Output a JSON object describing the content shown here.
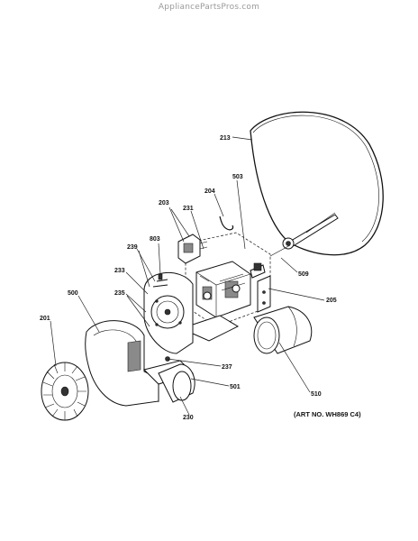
{
  "header": {
    "watermark": "AppliancePartsPros.com"
  },
  "footer": {
    "art_number": "(ART NO. WH869 C4)"
  },
  "callouts": [
    {
      "id": "213",
      "text": "213"
    },
    {
      "id": "503",
      "text": "503"
    },
    {
      "id": "204",
      "text": "204"
    },
    {
      "id": "203",
      "text": "203"
    },
    {
      "id": "231",
      "text": "231"
    },
    {
      "id": "239",
      "text": "239"
    },
    {
      "id": "803",
      "text": "803"
    },
    {
      "id": "233",
      "text": "233"
    },
    {
      "id": "500",
      "text": "500"
    },
    {
      "id": "235",
      "text": "235"
    },
    {
      "id": "201",
      "text": "201"
    },
    {
      "id": "509",
      "text": "509"
    },
    {
      "id": "205",
      "text": "205"
    },
    {
      "id": "237",
      "text": "237"
    },
    {
      "id": "501",
      "text": "501"
    },
    {
      "id": "510",
      "text": "510"
    },
    {
      "id": "230",
      "text": "230"
    }
  ]
}
